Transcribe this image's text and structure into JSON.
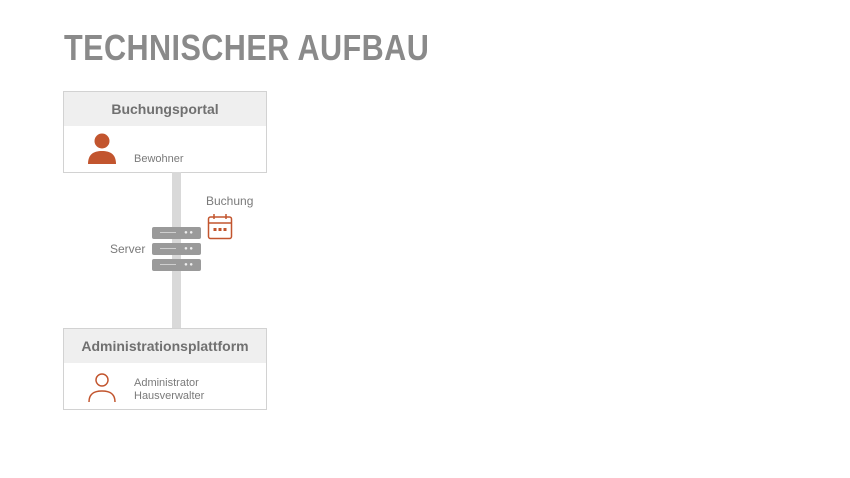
{
  "title": "TECHNISCHER AUFBAU",
  "booking_portal": {
    "title": "Buchungsportal",
    "user": "Bewohner"
  },
  "server": {
    "label": "Server",
    "icon": "server-icon"
  },
  "booking": {
    "label": "Buchung",
    "icon": "calendar-icon"
  },
  "admin_platform": {
    "title": "Administrationsplattform",
    "user_line1": "Administrator",
    "user_line2": "Hausverwalter"
  },
  "colors": {
    "accent": "#c2552e",
    "gray_text": "#7a7a7a",
    "title": "#8a8a8a",
    "server": "#9a9a9a",
    "connector": "#d9d9d9"
  }
}
